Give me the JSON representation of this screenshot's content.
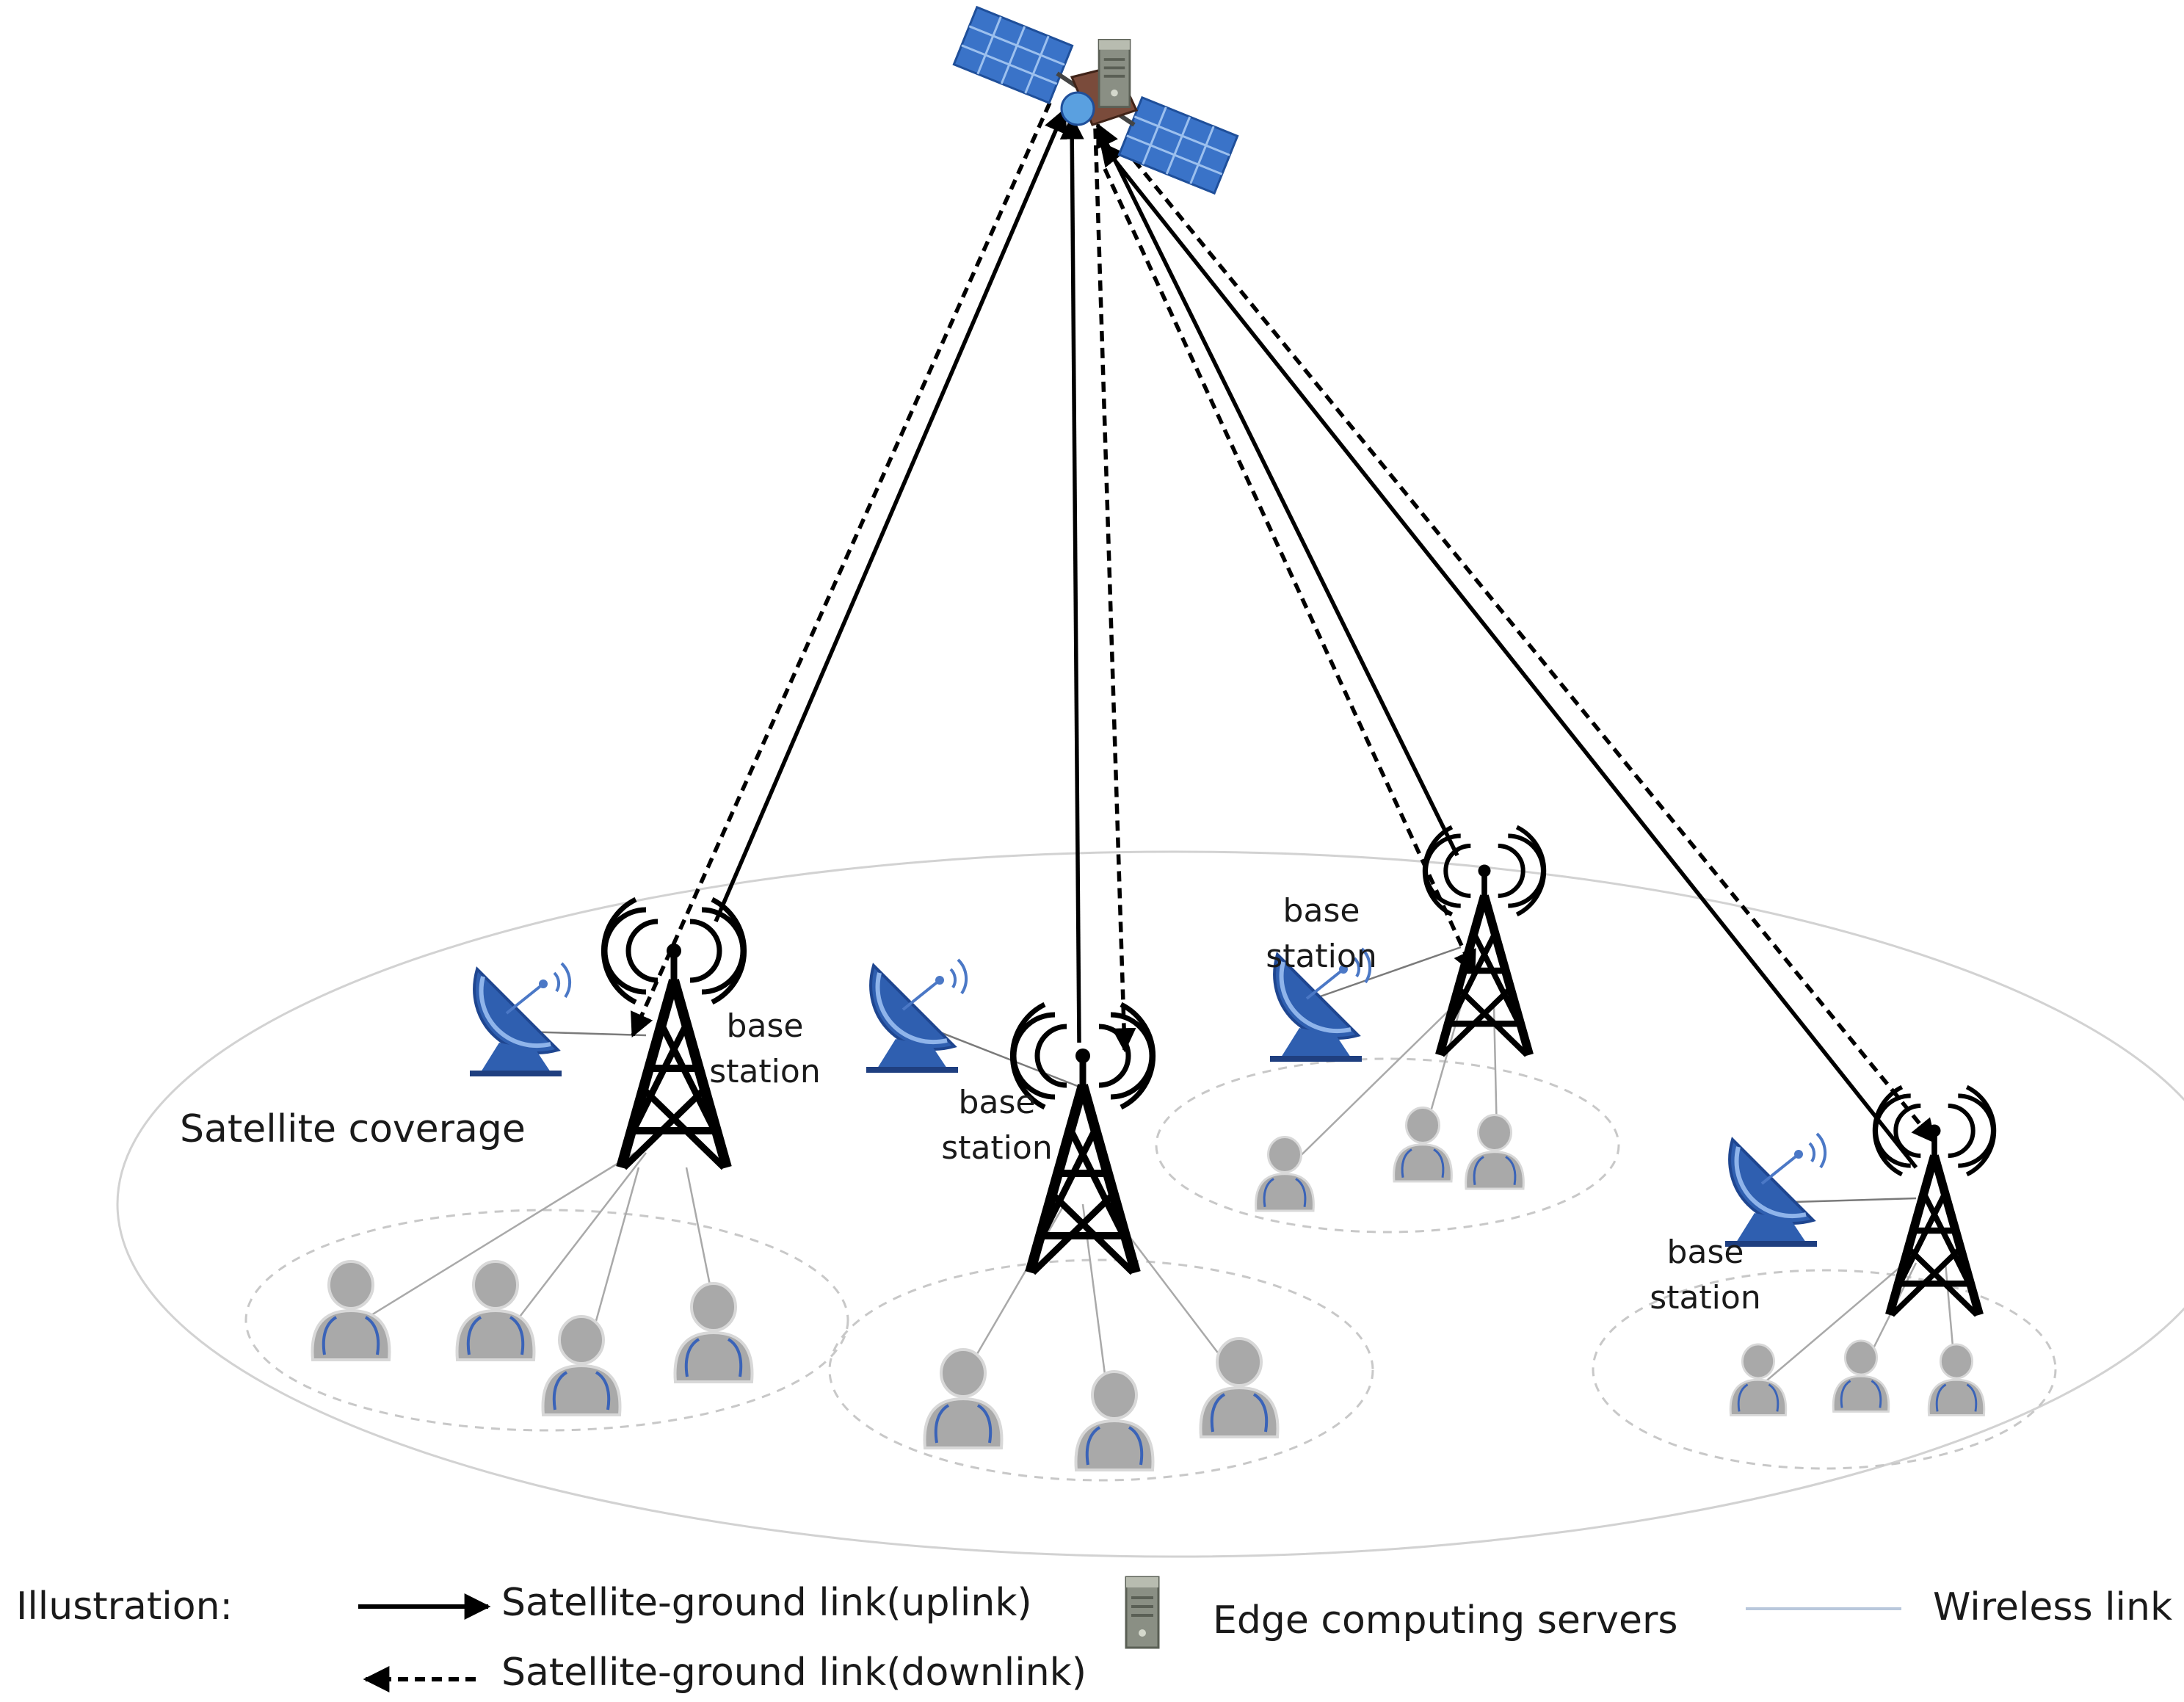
{
  "diagram": {
    "coverage_label": "Satellite coverage",
    "base_station_labels": [
      {
        "line1": "base",
        "line2": "station"
      },
      {
        "line1": "base",
        "line2": "station"
      },
      {
        "line1": "base",
        "line2": "station"
      },
      {
        "line1": "base",
        "line2": "station"
      }
    ]
  },
  "legend": {
    "title": "Illustration:",
    "uplink": "Satellite-ground link(uplink)",
    "downlink": "Satellite-ground link(downlink)",
    "edge_server": "Edge computing servers",
    "wireless": "Wireless link"
  },
  "colors": {
    "panel_blue": "#3a73c8",
    "panel_grid": "#9cc0ee",
    "dish_blue": "#2f5fb0",
    "user_gray": "#a8a8a8",
    "user_stripe": "#3a63b8",
    "link_line": "#000000",
    "wireless_line": "#b9c8dc",
    "coverage_line": "#cfcfcf",
    "server_gray": "#8a8f84"
  },
  "icons": [
    "satellite-icon",
    "edge-server-icon",
    "tower-icon",
    "satellite-dish-icon",
    "user-icon"
  ]
}
